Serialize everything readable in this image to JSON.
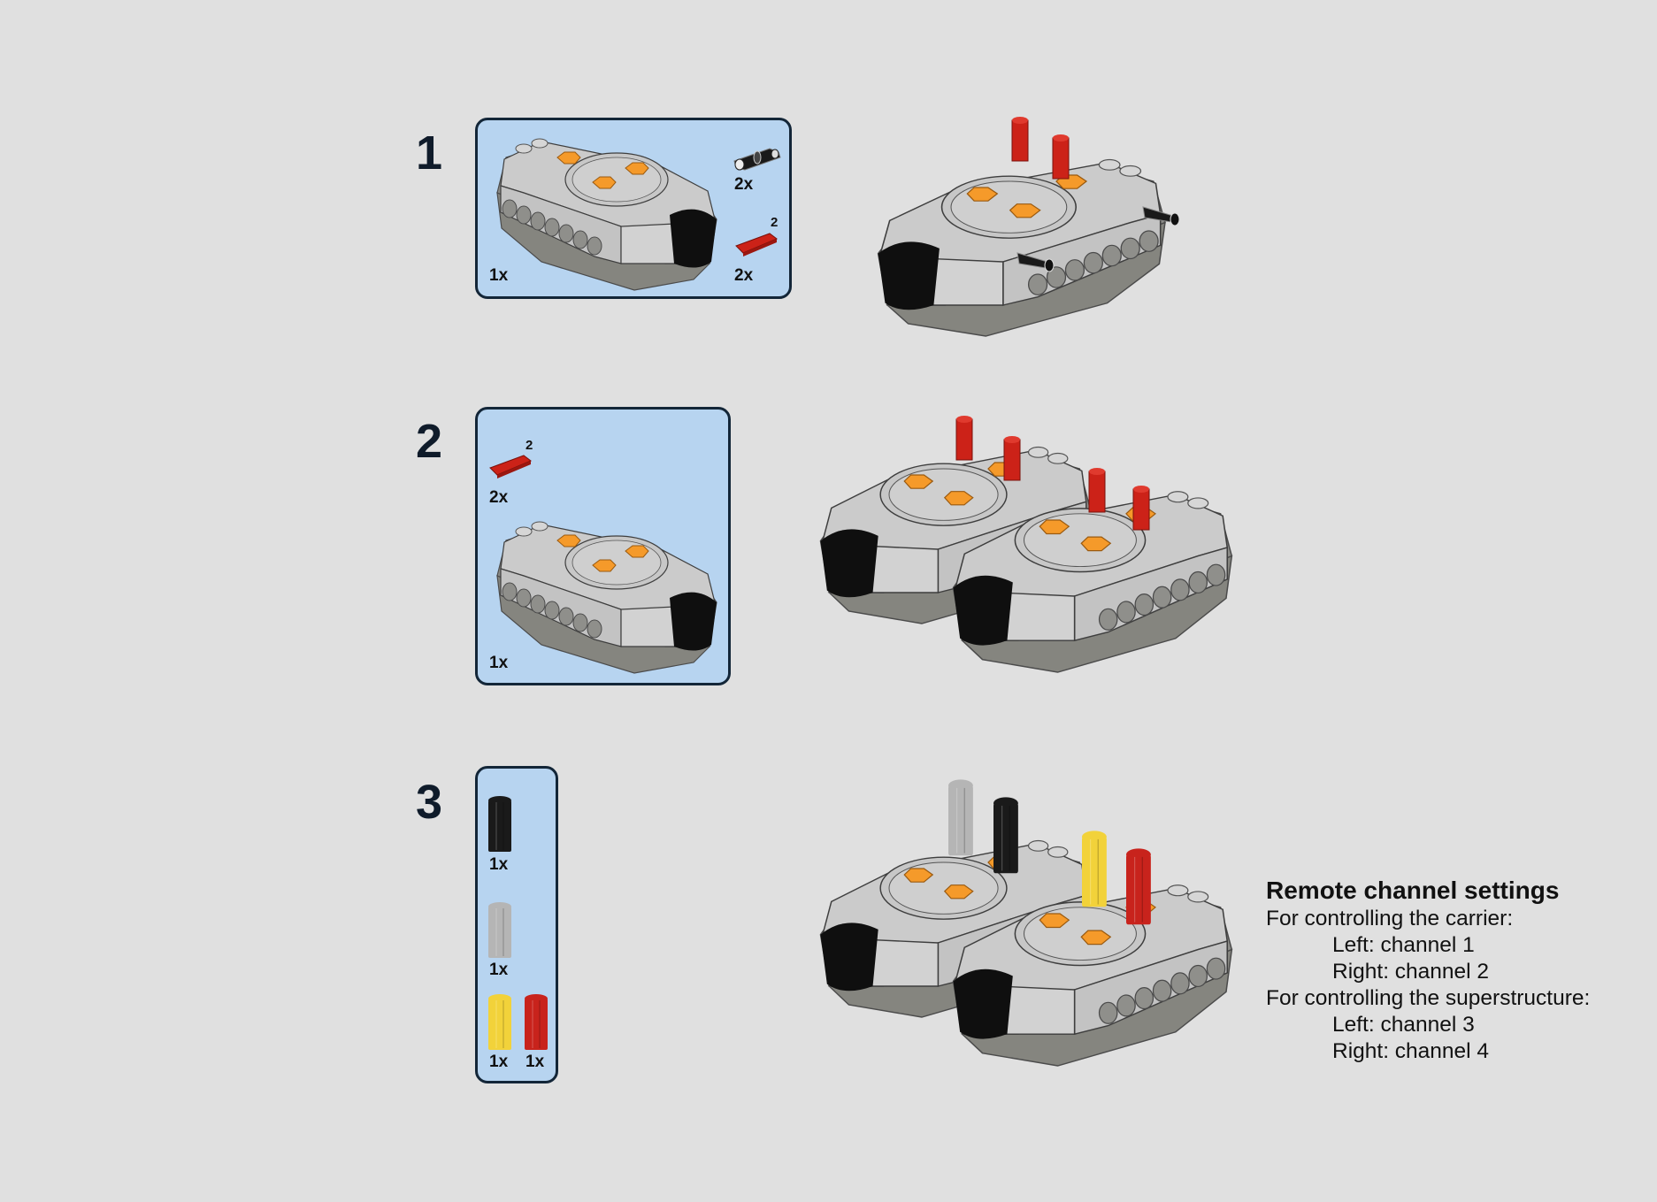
{
  "page": {
    "background_color": "#e0e0e0",
    "parts_box_color": "#b7d4f0"
  },
  "steps": [
    {
      "number": "1",
      "parts": [
        {
          "name": "IR receiver",
          "quantity": "1x",
          "icon": "ir-receiver-icon"
        },
        {
          "name": "Pin with friction / axle connector (black)",
          "quantity": "2x",
          "icon": "black-connector-pin-icon"
        },
        {
          "name": "Axle 2 (red)",
          "quantity": "2x",
          "length": "2",
          "icon": "red-axle-2-icon"
        }
      ]
    },
    {
      "number": "2",
      "parts": [
        {
          "name": "Axle 2 (red)",
          "quantity": "2x",
          "length": "2",
          "icon": "red-axle-2-icon"
        },
        {
          "name": "IR receiver",
          "quantity": "1x",
          "icon": "ir-receiver-icon"
        }
      ]
    },
    {
      "number": "3",
      "parts": [
        {
          "name": "Axle extension (black)",
          "quantity": "1x",
          "color": "#1a1a1a",
          "icon": "black-axle-extension-icon"
        },
        {
          "name": "Axle extension (light grey)",
          "quantity": "1x",
          "color": "#b5b5b5",
          "icon": "grey-axle-extension-icon"
        },
        {
          "name": "Axle extension (yellow)",
          "quantity": "1x",
          "color": "#f2d23a",
          "icon": "yellow-axle-extension-icon"
        },
        {
          "name": "Axle extension (red)",
          "quantity": "1x",
          "color": "#c8231c",
          "icon": "red-axle-extension-icon"
        }
      ]
    }
  ],
  "remote_settings": {
    "title": "Remote channel settings",
    "carrier_heading": "For controlling the carrier:",
    "carrier_left": "Left: channel 1",
    "carrier_right": "Right: channel 2",
    "superstructure_heading": "For controlling the superstructure:",
    "superstructure_left": "Left: channel 3",
    "superstructure_right": "Right: channel 4"
  },
  "colors": {
    "receiver_light_grey": "#c6c6c6",
    "receiver_dark_grey": "#8a8a86",
    "receiver_black": "#111111",
    "orange_output": "#f59a2a",
    "red_axle": "#cc2218"
  }
}
